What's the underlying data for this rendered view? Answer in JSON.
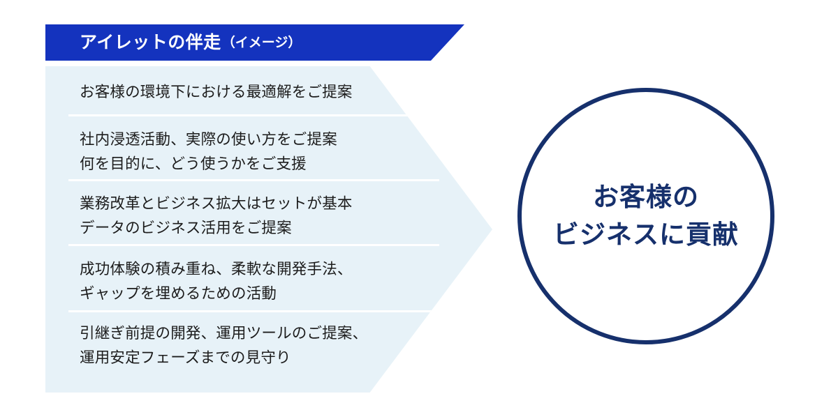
{
  "colors": {
    "header_blue": "#1433be",
    "panel_bg": "#e7f2f8",
    "divider_white": "#ffffff",
    "circle_navy": "#16306c",
    "body_text": "#1c1c1c",
    "page_bg": "#ffffff"
  },
  "panel": {
    "title": "アイレットの伴走",
    "title_sub": "（イメージ）",
    "items": [
      {
        "lines": [
          "お客様の環境下における最適解をご提案"
        ]
      },
      {
        "lines": [
          "社内浸透活動、実際の使い方をご提案",
          "何を目的に、どう使うかをご支援"
        ]
      },
      {
        "lines": [
          "業務改革とビジネス拡大はセットが基本",
          "データのビジネス活用をご提案"
        ]
      },
      {
        "lines": [
          "成功体験の積み重ね、柔軟な開発手法、",
          "ギャップを埋めるための活動"
        ]
      },
      {
        "lines": [
          "引継ぎ前提の開発、運用ツールのご提案、",
          "運用安定フェーズまでの見守り"
        ]
      }
    ]
  },
  "outcome": {
    "lines": [
      "お客様の",
      "ビジネスに貢献"
    ]
  }
}
